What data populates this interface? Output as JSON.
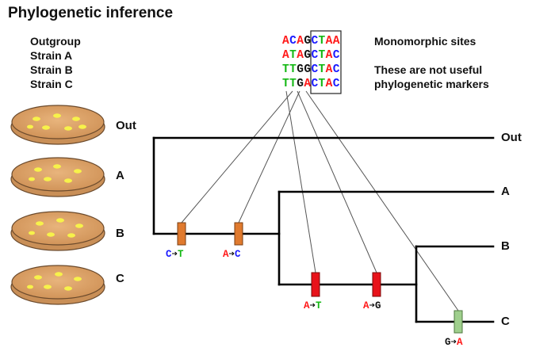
{
  "title": "Phylogenetic inference",
  "strains": [
    "Outgroup",
    "Strain A",
    "Strain B",
    "Strain C"
  ],
  "sequences": [
    "ACAGCTAA",
    "ATAGCTAC",
    "TTGGCTAC",
    "TTGACTAC"
  ],
  "notes": {
    "monomorphic": "Monomorphic sites",
    "not_useful_1": "These are not useful",
    "not_useful_2": "phylogenetic markers"
  },
  "dish_labels": [
    "Out",
    "A",
    "B",
    "C"
  ],
  "tree_labels": [
    "Out",
    "A",
    "B",
    "C"
  ],
  "mutations": [
    {
      "from": "C",
      "to": "T",
      "from_color": "#1a1aff",
      "to_color": "#14b814"
    },
    {
      "from": "A",
      "to": "C",
      "from_color": "#ff1a1a",
      "to_color": "#1a1aff"
    },
    {
      "from": "A",
      "to": "T",
      "from_color": "#ff1a1a",
      "to_color": "#14b814"
    },
    {
      "from": "A",
      "to": "G",
      "from_color": "#ff1a1a",
      "to_color": "#111111"
    },
    {
      "from": "G",
      "to": "A",
      "from_color": "#111111",
      "to_color": "#ff1a1a"
    }
  ],
  "arrow_glyph": "➔",
  "nucleotide_colors": {
    "A": "#ff1a1a",
    "C": "#1a1aff",
    "T": "#14b814",
    "G": "#111111"
  },
  "marker_colors": {
    "orange": "#e07a2e",
    "red": "#e8121a",
    "green": "#9fcf8d"
  }
}
